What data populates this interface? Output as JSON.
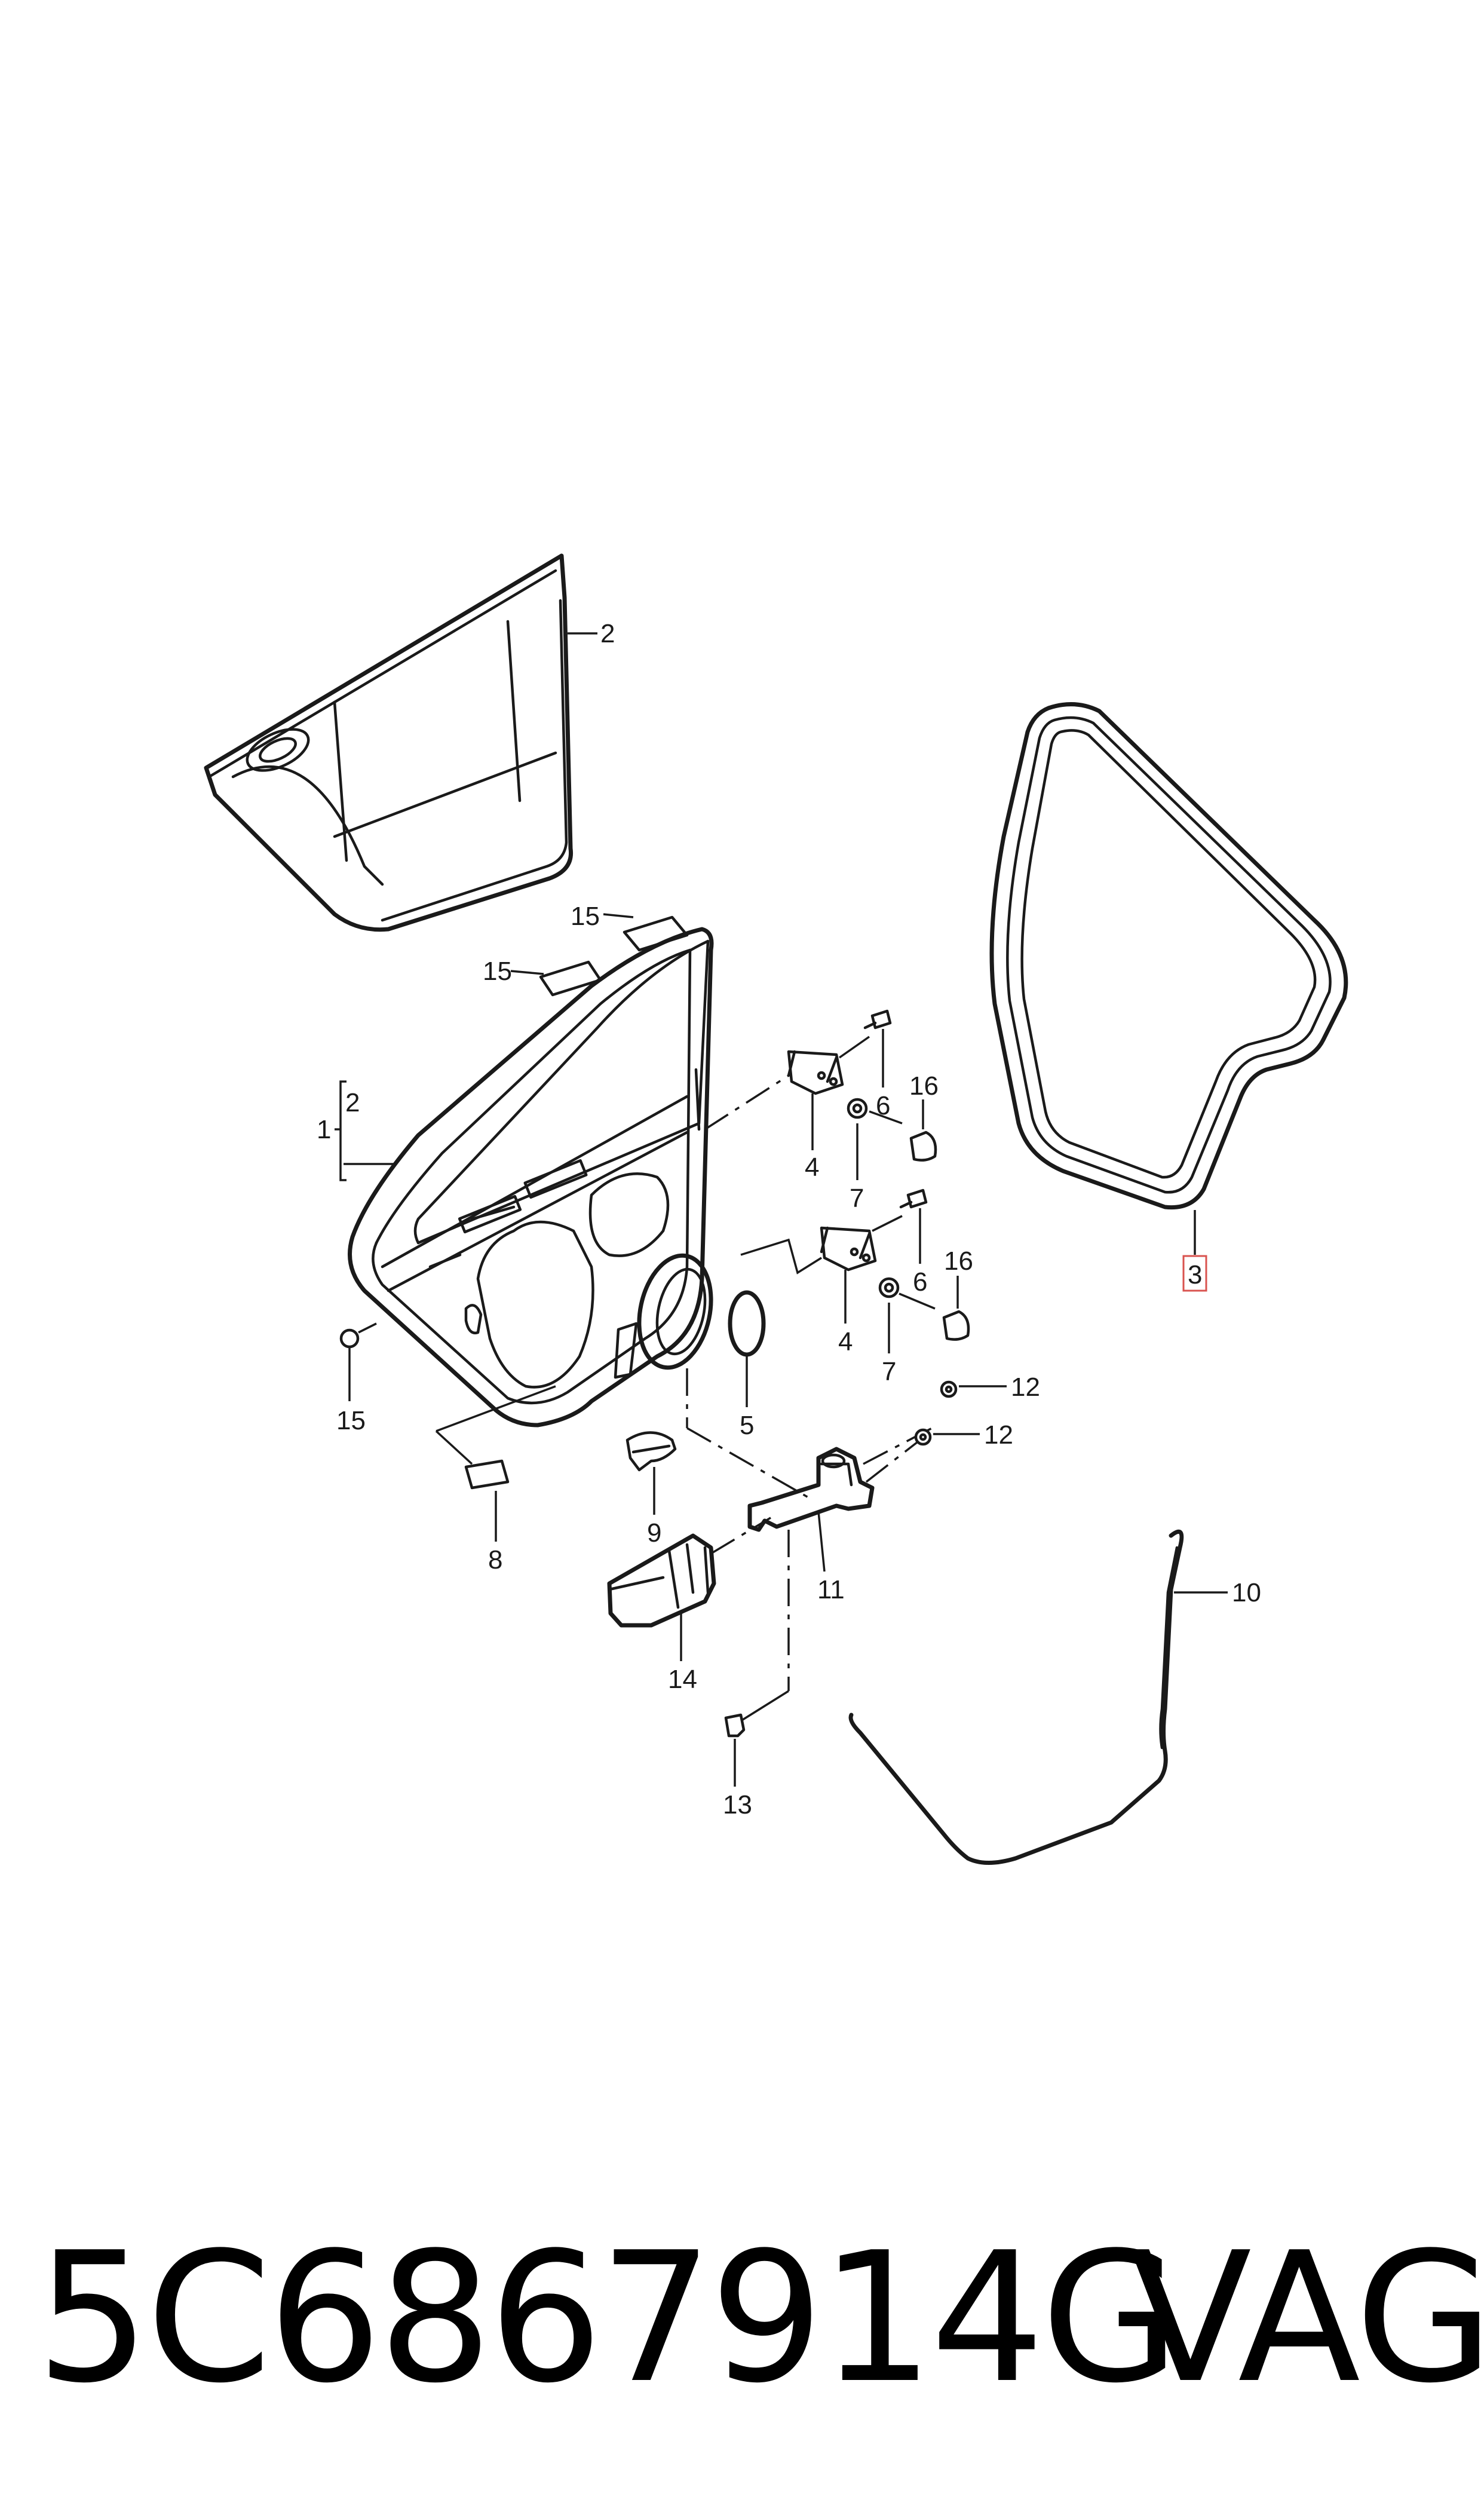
{
  "diagram": {
    "callouts": [
      {
        "id": "c1",
        "text": "1"
      },
      {
        "id": "c2a",
        "text": "2"
      },
      {
        "id": "c2b",
        "text": "2"
      },
      {
        "id": "c3",
        "text": "3",
        "highlighted": true
      },
      {
        "id": "c4a",
        "text": "4"
      },
      {
        "id": "c4b",
        "text": "4"
      },
      {
        "id": "c5",
        "text": "5"
      },
      {
        "id": "c6a",
        "text": "6"
      },
      {
        "id": "c6b",
        "text": "6"
      },
      {
        "id": "c7a",
        "text": "7"
      },
      {
        "id": "c7b",
        "text": "7"
      },
      {
        "id": "c8",
        "text": "8"
      },
      {
        "id": "c9",
        "text": "9"
      },
      {
        "id": "c10",
        "text": "10"
      },
      {
        "id": "c11",
        "text": "11"
      },
      {
        "id": "c12a",
        "text": "12"
      },
      {
        "id": "c12b",
        "text": "12"
      },
      {
        "id": "c13",
        "text": "13"
      },
      {
        "id": "c14",
        "text": "14"
      },
      {
        "id": "c15a",
        "text": "15"
      },
      {
        "id": "c15b",
        "text": "15"
      },
      {
        "id": "c15c",
        "text": "15"
      },
      {
        "id": "c16a",
        "text": "16"
      },
      {
        "id": "c16b",
        "text": "16"
      }
    ],
    "highlight_color": "#d9534f",
    "line_color": "#1a1a1a"
  },
  "caption": {
    "part_number": "5C6867914G",
    "brand": "VAG"
  }
}
